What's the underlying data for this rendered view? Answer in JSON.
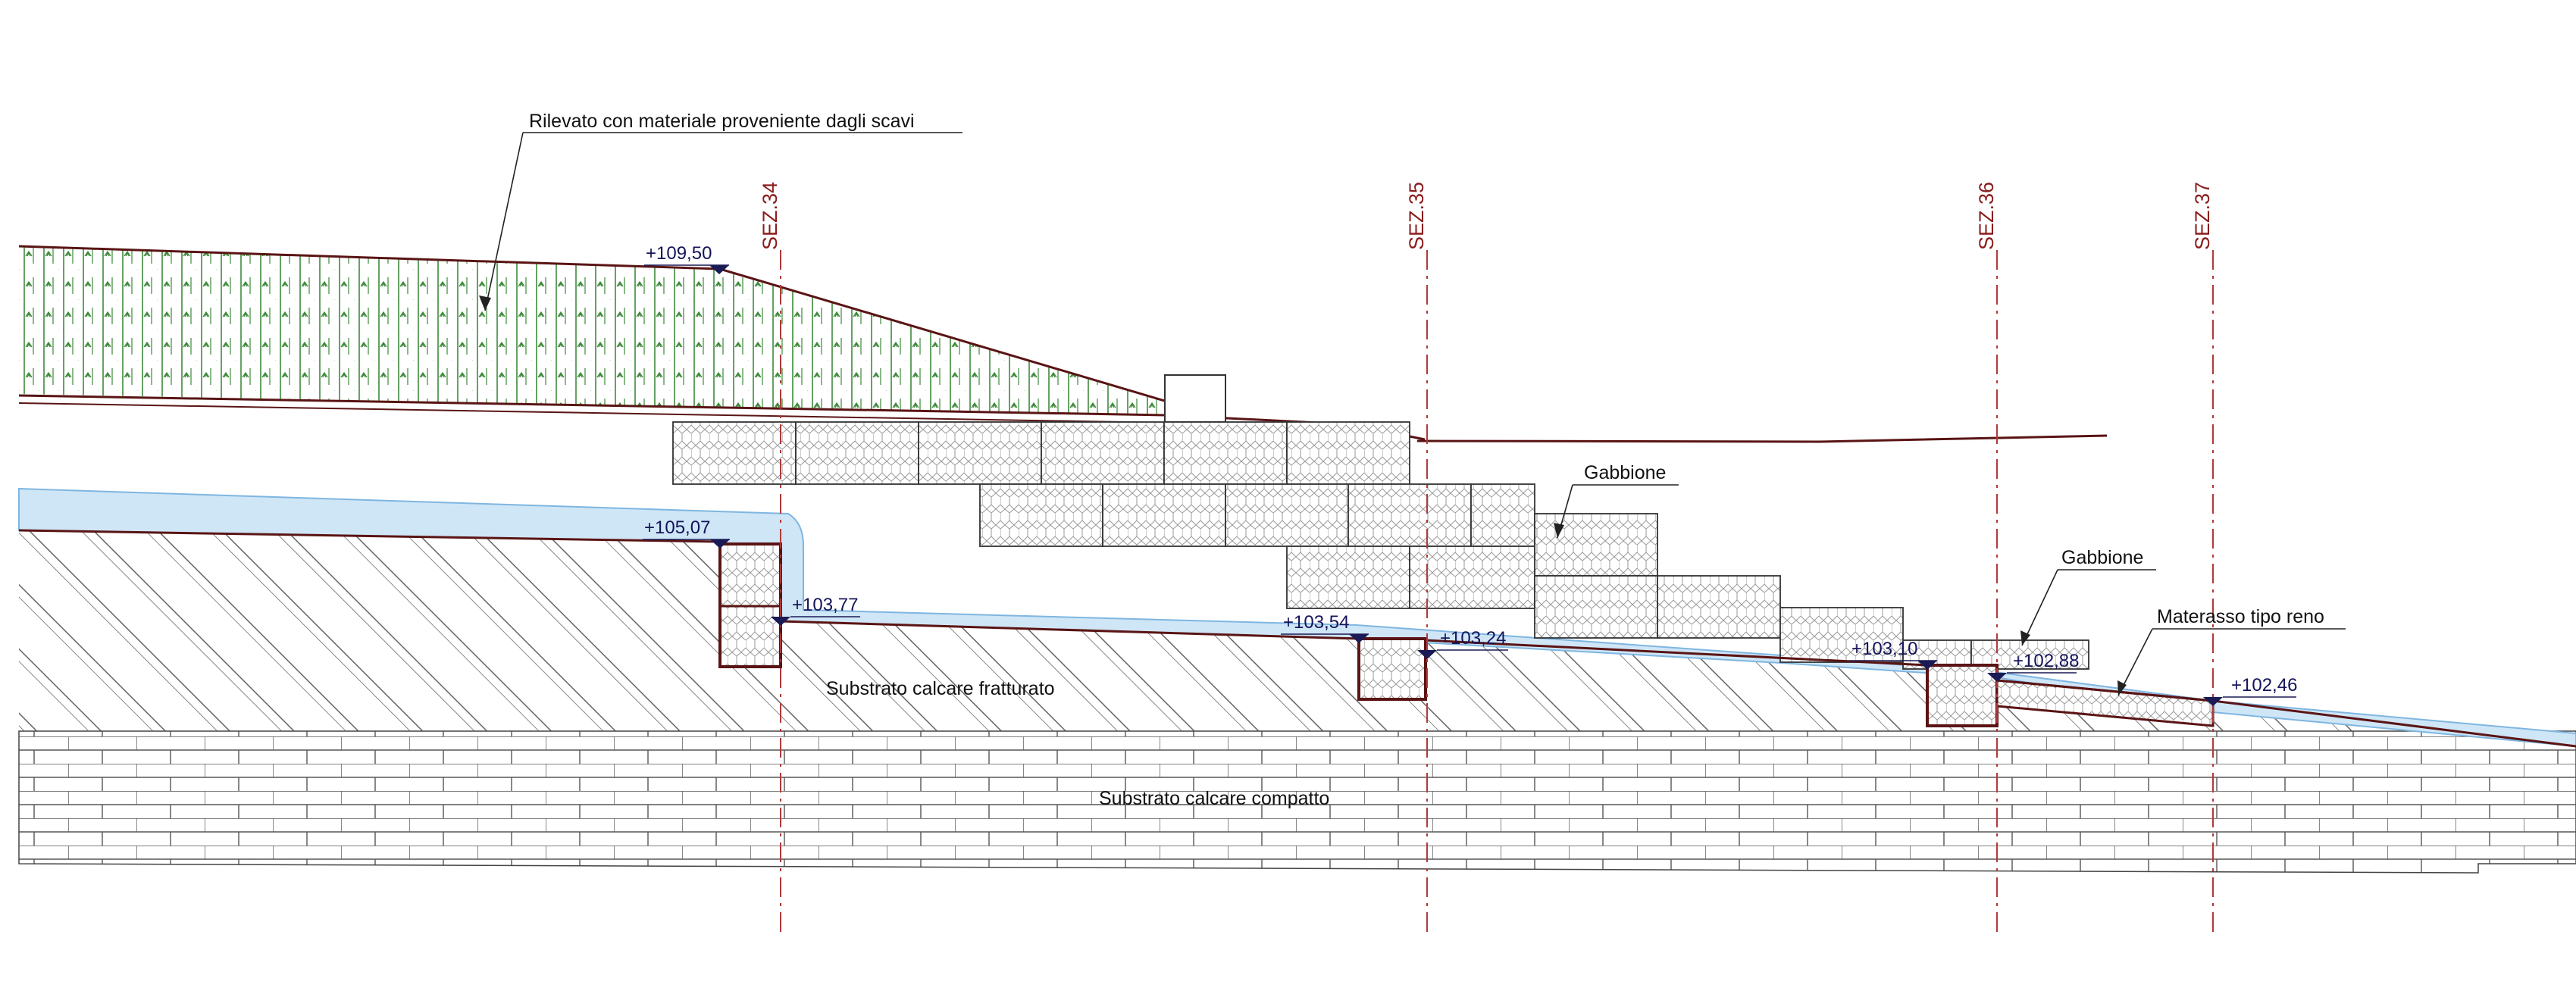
{
  "drawing": {
    "labels": {
      "rilevato": "Rilevato con materiale proveniente dagli scavi",
      "gabbione_1": "Gabbione",
      "gabbione_2": "Gabbione",
      "materasso": "Materasso tipo reno",
      "substrato_fratturato": "Substrato calcare fratturato",
      "substrato_compatto": "Substrato calcare compatto"
    },
    "sections": [
      {
        "label": "SEZ.34"
      },
      {
        "label": "SEZ.35"
      },
      {
        "label": "SEZ.36"
      },
      {
        "label": "SEZ.37"
      }
    ],
    "elevations": [
      {
        "value": "+109,50"
      },
      {
        "value": "+105,07"
      },
      {
        "value": "+103,77"
      },
      {
        "value": "+103,54"
      },
      {
        "value": "+103,24"
      },
      {
        "value": "+103,10"
      },
      {
        "value": "+102,88"
      },
      {
        "value": "+102,46"
      }
    ],
    "colors": {
      "ground_line": "#5a1414",
      "section_line": "#b03a3a",
      "water": "#cfe6f7",
      "water_edge": "#7fb6e0",
      "vegetation": "#3d8a3a",
      "marker": "#1a1a55"
    }
  }
}
